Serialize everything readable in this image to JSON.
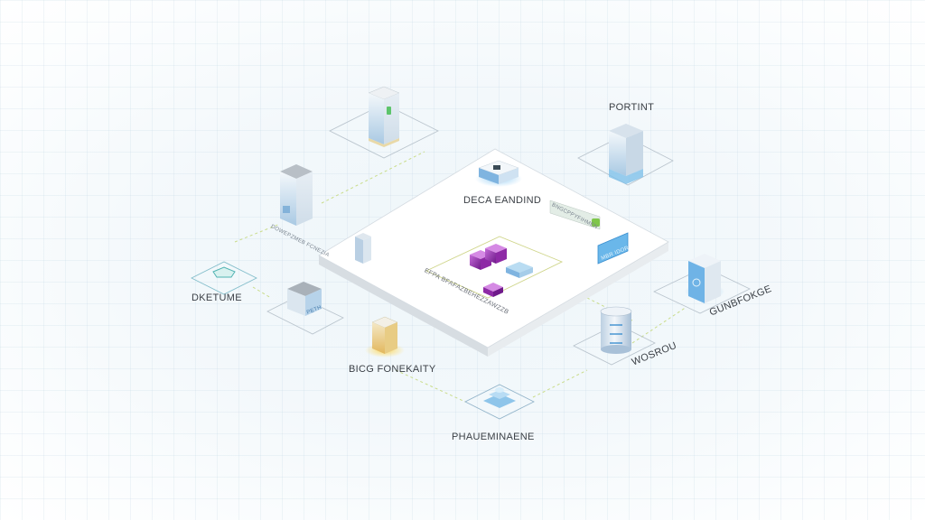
{
  "diagram": {
    "title": "Isometric system architecture",
    "center_platform": {
      "label": "DECA EANDIND",
      "tag_green": "BNGCPPYFIHMEN",
      "tag_blue": "MBR IDOR",
      "cluster_caption": "EFPA BFAFAZBEHEZZAWZZB"
    },
    "nodes": [
      {
        "id": "top-tower",
        "label": ""
      },
      {
        "id": "portint",
        "label": "PORTINT"
      },
      {
        "id": "left-server",
        "label": "",
        "caption": "DOWEPZMEB FCNEZIA"
      },
      {
        "id": "detume",
        "label": "DKETUME"
      },
      {
        "id": "small-server",
        "label": "",
        "caption": "PETH"
      },
      {
        "id": "bicg",
        "label": "BICG FONEKAITY"
      },
      {
        "id": "phauem",
        "label": "PHAUEMINAENE"
      },
      {
        "id": "database",
        "label": "WOSROU"
      },
      {
        "id": "right-panel",
        "label": "GUNBFOKGE"
      }
    ],
    "colors": {
      "accent_blue": "#4aa3df",
      "accent_purple": "#8e2aa6",
      "accent_yellow": "#f1c34a",
      "accent_green": "#7fc64a",
      "connector": "#c9dc8a"
    }
  }
}
